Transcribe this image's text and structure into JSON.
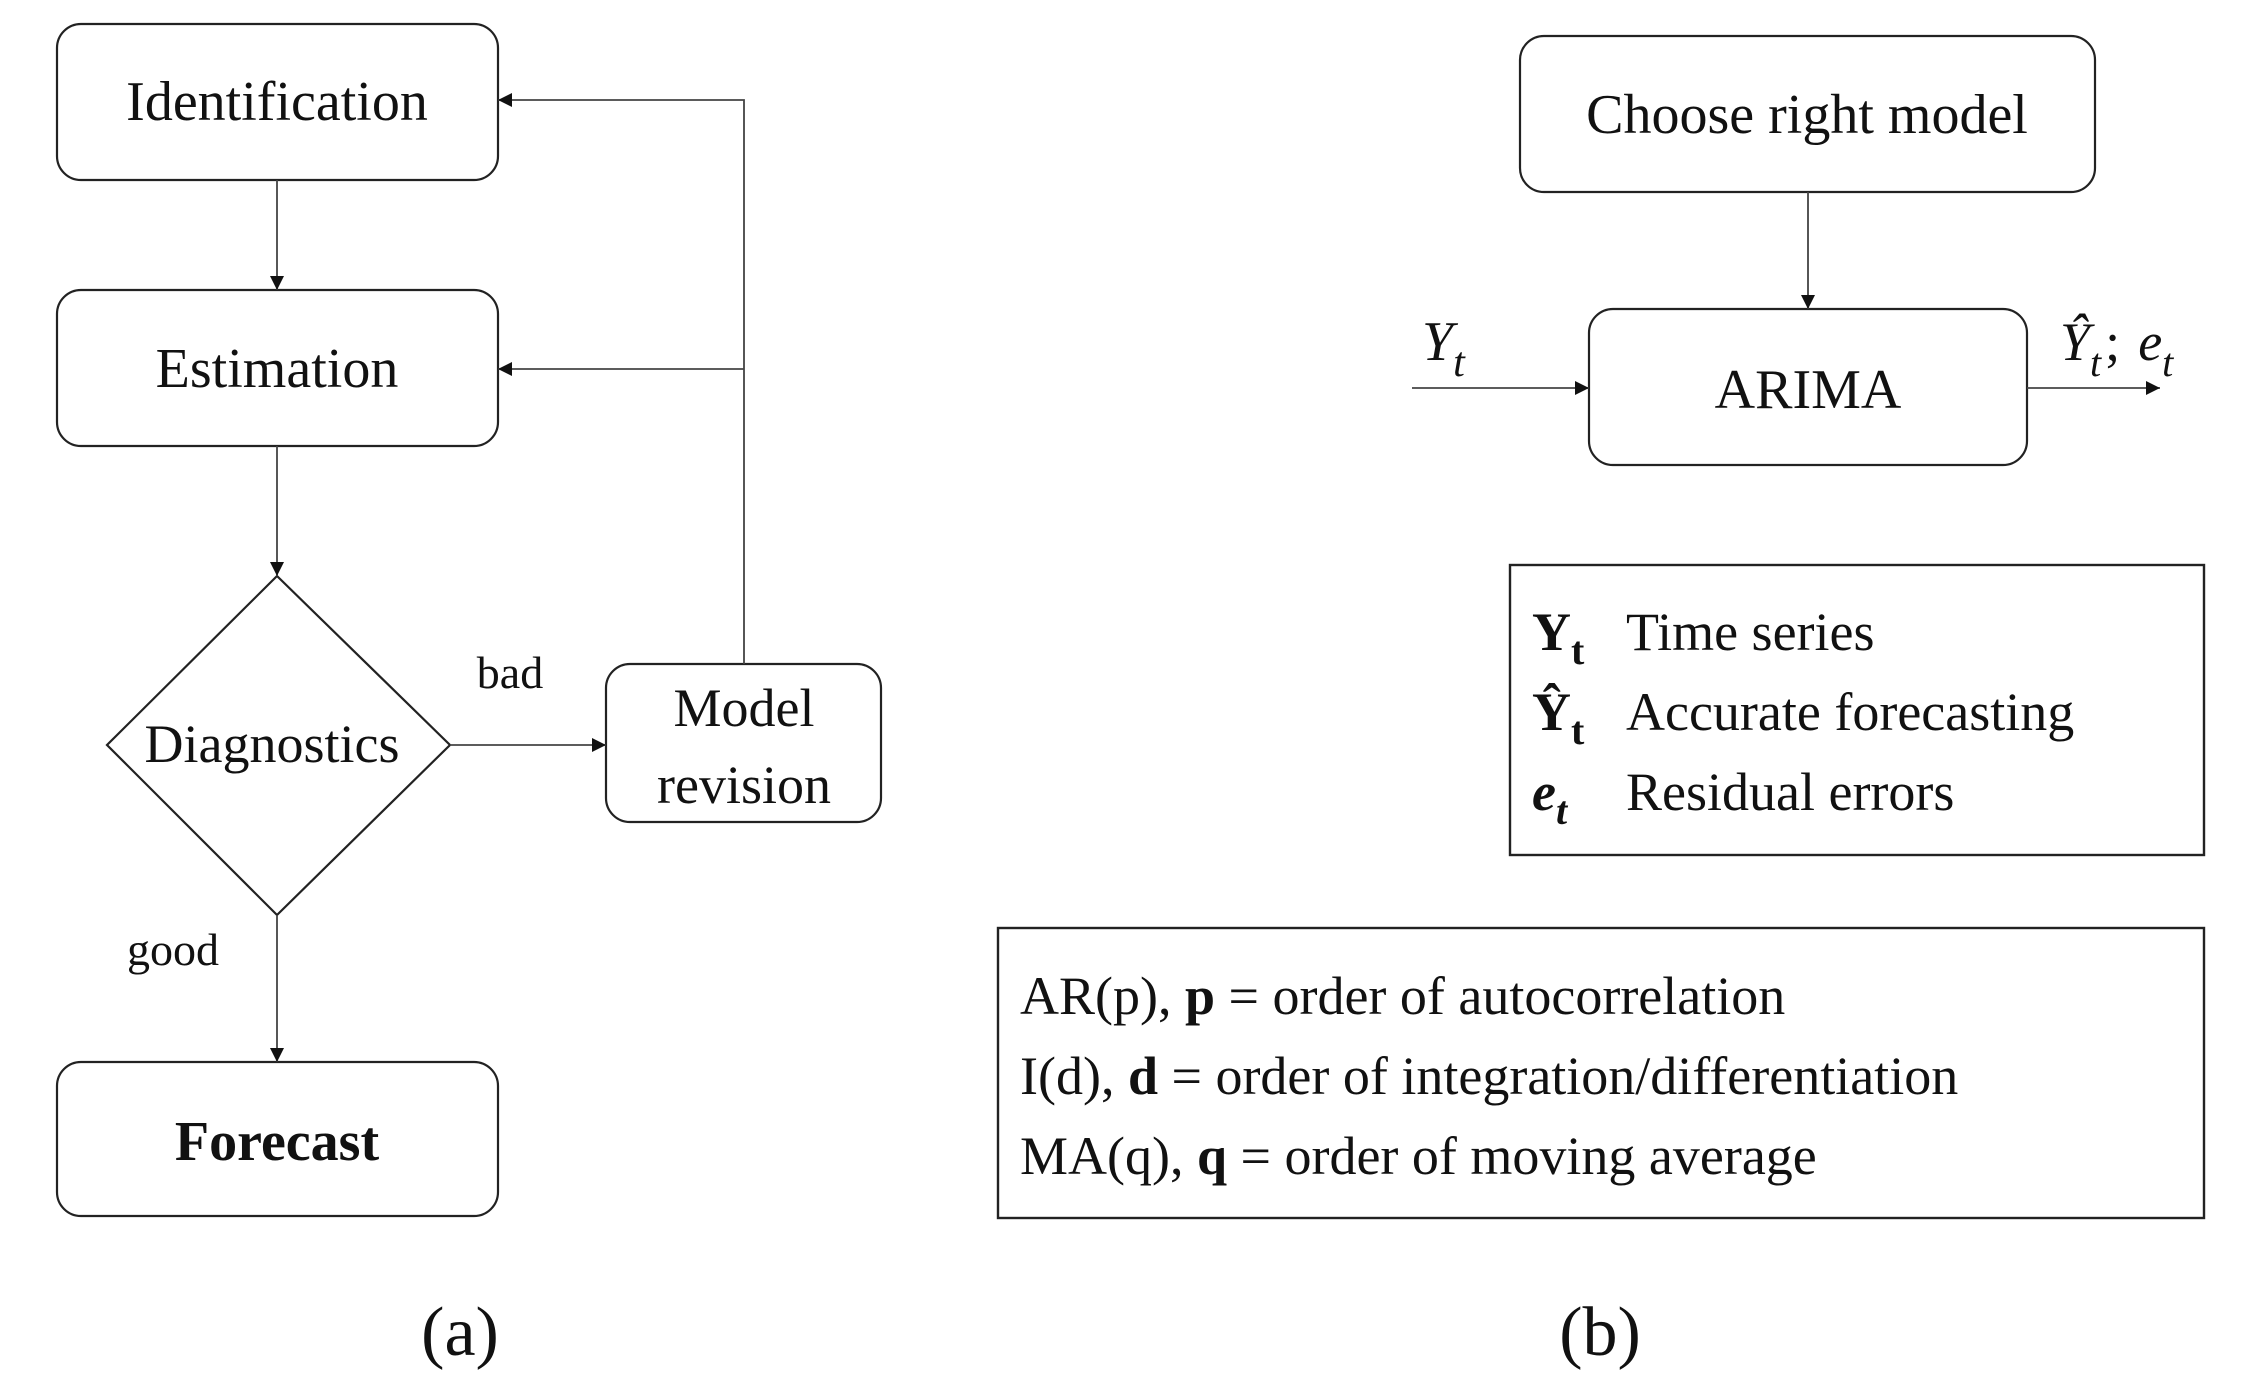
{
  "panel_a": {
    "identification": "Identification",
    "estimation": "Estimation",
    "diagnostics": "Diagnostics",
    "model_revision_line1": "Model",
    "model_revision_line2": "revision",
    "forecast": "Forecast",
    "edge_bad": "bad",
    "edge_good": "good",
    "caption": "(a)"
  },
  "panel_b": {
    "choose_model": "Choose right model",
    "arima": "ARIMA",
    "input_symbol": "Y",
    "input_sub": "t",
    "output_symbol_1": "Ŷ",
    "output_sub_1": "t",
    "output_sep": ";",
    "output_symbol_2": "e",
    "output_sub_2": "t",
    "legend": [
      {
        "symbol": "Y",
        "sub": "t",
        "text": "Time series"
      },
      {
        "symbol": "Ŷ",
        "sub": "t",
        "text": "Accurate forecasting"
      },
      {
        "symbol": "e",
        "sub": "t",
        "text": "Residual errors"
      }
    ],
    "params": [
      {
        "prefix": "AR(p), ",
        "bold": "p",
        "rest": " = order of autocorrelation"
      },
      {
        "prefix": "I(d), ",
        "bold": "d",
        "rest": " = order of integration/differentiation"
      },
      {
        "prefix": "MA(q), ",
        "bold": "q",
        "rest": " = order of moving average"
      }
    ],
    "caption": "(b)"
  }
}
